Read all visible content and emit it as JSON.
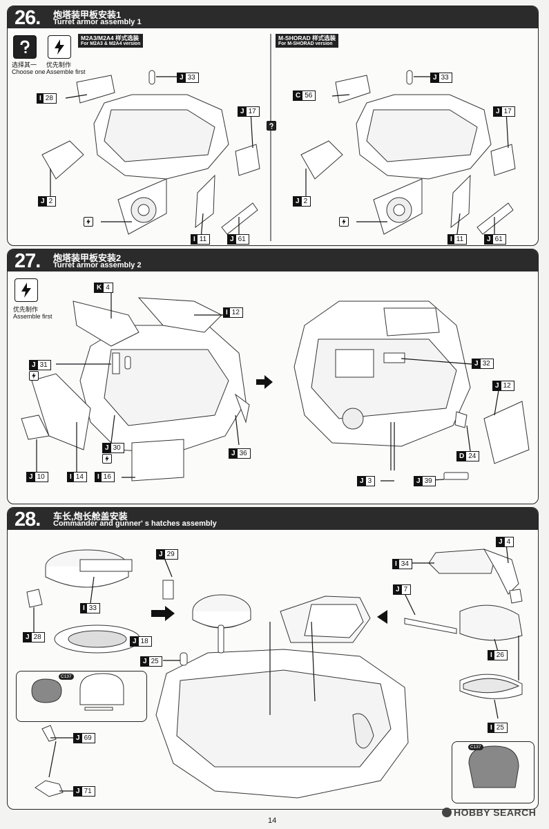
{
  "page": {
    "number": "14",
    "watermark": "HOBBY SEARCH"
  },
  "step26": {
    "num": "26.",
    "title_zh": "炮塔装甲板安装1",
    "title_en": "Turret armor assembly 1",
    "icon_choose": {
      "zh": "选择其一",
      "en": "Choose one",
      "icon": "question-icon"
    },
    "icon_first": {
      "zh": "优先制作",
      "en": "Assemble first",
      "icon": "lightning-icon"
    },
    "versionA": {
      "zh": "M2A3/M2A4 样式选装",
      "en": "For M2A3 & M2A4 version"
    },
    "versionB": {
      "zh": "M-SHORAD 样式选装",
      "en": "For M-SHORAD version"
    },
    "partsA": [
      {
        "l": "I",
        "n": "28"
      },
      {
        "l": "J",
        "n": "33"
      },
      {
        "l": "J",
        "n": "17"
      },
      {
        "l": "J",
        "n": "2"
      },
      {
        "l": "I",
        "n": "11"
      },
      {
        "l": "J",
        "n": "61"
      }
    ],
    "partsB": [
      {
        "l": "C",
        "n": "56"
      },
      {
        "l": "J",
        "n": "33"
      },
      {
        "l": "J",
        "n": "17"
      },
      {
        "l": "J",
        "n": "2"
      },
      {
        "l": "I",
        "n": "11"
      },
      {
        "l": "J",
        "n": "61"
      }
    ]
  },
  "step27": {
    "num": "27.",
    "title_zh": "炮塔装甲板安装2",
    "title_en": "Turret armor assembly 2",
    "icon_first": {
      "zh": "优先制作",
      "en": "Assemble first",
      "icon": "lightning-icon"
    },
    "partsLeft": [
      {
        "l": "K",
        "n": "4"
      },
      {
        "l": "I",
        "n": "12"
      },
      {
        "l": "J",
        "n": "31"
      },
      {
        "l": "J",
        "n": "30"
      },
      {
        "l": "J",
        "n": "36"
      },
      {
        "l": "J",
        "n": "10"
      },
      {
        "l": "I",
        "n": "14"
      },
      {
        "l": "I",
        "n": "16"
      }
    ],
    "partsRight": [
      {
        "l": "J",
        "n": "32"
      },
      {
        "l": "J",
        "n": "12"
      },
      {
        "l": "D",
        "n": "24"
      },
      {
        "l": "J",
        "n": "3"
      },
      {
        "l": "J",
        "n": "39"
      }
    ]
  },
  "step28": {
    "num": "28.",
    "title_zh": "车长,炮长舱盖安装",
    "title_en": "Commander and gunner' s hatches assembly",
    "color_tag": "C137",
    "partsLeft": [
      {
        "l": "J",
        "n": "29"
      },
      {
        "l": "I",
        "n": "33"
      },
      {
        "l": "J",
        "n": "28"
      },
      {
        "l": "J",
        "n": "18"
      },
      {
        "l": "J",
        "n": "69"
      },
      {
        "l": "J",
        "n": "71"
      },
      {
        "l": "J",
        "n": "25"
      }
    ],
    "partsRight": [
      {
        "l": "J",
        "n": "4"
      },
      {
        "l": "I",
        "n": "34"
      },
      {
        "l": "J",
        "n": "7"
      },
      {
        "l": "I",
        "n": "26"
      },
      {
        "l": "I",
        "n": "25"
      }
    ]
  },
  "colors": {
    "header": "#2b2b2b",
    "line": "#222222",
    "panel": "#fbfbfa"
  }
}
